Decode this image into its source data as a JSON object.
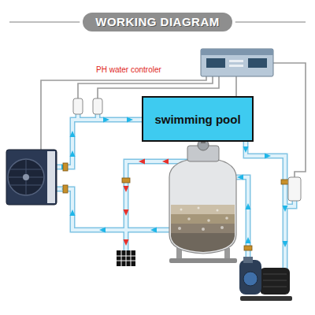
{
  "diagram": {
    "title": "WORKING DIAGRAM",
    "nodes": [
      {
        "text": [
          "swimming pool"
        ]
      }
    ],
    "labels": [
      "PH water controler"
    ]
  }
}
